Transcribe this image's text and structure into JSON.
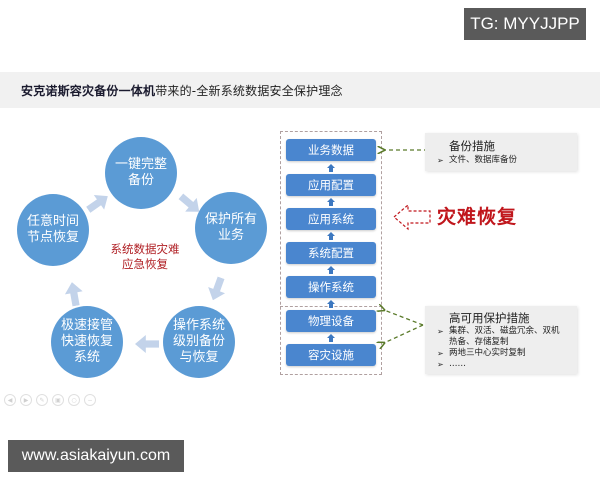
{
  "watermark_top": "TG: MYYJJPP",
  "watermark_bottom": "www.asiakaiyun.com",
  "title": {
    "bold": "安克诺斯容灾备份一体机",
    "rest": "带来的-全新系统数据安全保护理念"
  },
  "cycle": {
    "center_line1": "系统数据灾难",
    "center_line2": "应急恢复",
    "nodes": [
      {
        "line1": "一键完整",
        "line2": "备份",
        "line3": ""
      },
      {
        "line1": "保护所有",
        "line2": "业务",
        "line3": ""
      },
      {
        "line1": "操作系统",
        "line2": "级别备份",
        "line3": "与恢复"
      },
      {
        "line1": "极速接管",
        "line2": "快速恢复",
        "line3": "系统"
      },
      {
        "line1": "任意时间",
        "line2": "节点恢复",
        "line3": ""
      }
    ]
  },
  "stack": {
    "layers": [
      {
        "label": "业务数据"
      },
      {
        "label": "应用配置"
      },
      {
        "label": "应用系统"
      },
      {
        "label": "系统配置"
      },
      {
        "label": "操作系统"
      },
      {
        "label": "物理设备"
      },
      {
        "label": "容灾设施"
      }
    ]
  },
  "backup_box": {
    "title": "备份措施",
    "items": [
      "文件、数据库备份"
    ]
  },
  "disaster_recovery_label": "灾难恢复",
  "ha_box": {
    "title": "高可用保护措施",
    "items": [
      {
        "line1": "集群、双活、磁盘冗余、双机",
        "line2": "热备、存储复制"
      },
      {
        "line1": "两地三中心实时复制",
        "line2": ""
      },
      {
        "line1": "……",
        "line2": ""
      }
    ]
  },
  "bullet_glyph": "➢",
  "nav_icons": [
    "prev-icon",
    "next-icon",
    "pen-icon",
    "copy-icon",
    "zoom-icon",
    "minus-icon"
  ],
  "colors": {
    "circle": "#5b9bd5",
    "layer": "#4a86cf",
    "accent_red": "#c0161c",
    "dash_green": "#5a7a2a"
  }
}
